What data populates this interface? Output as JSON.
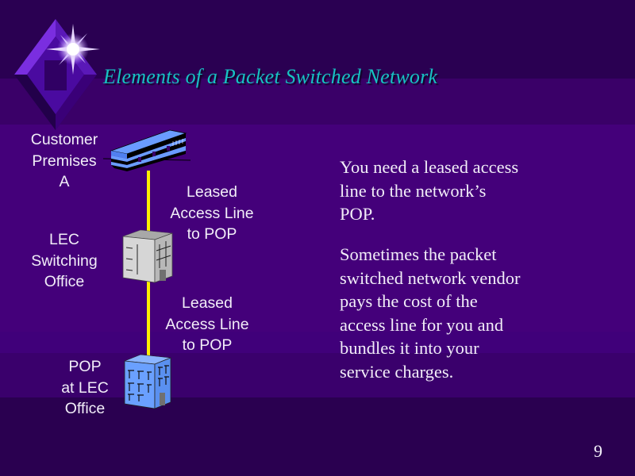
{
  "slide": {
    "title": "Elements of a Packet Switched Network",
    "page_number": "9",
    "colors": {
      "title": "#17c2c2",
      "text": "#f2eef8",
      "line": "#ffee00",
      "background": "#44007a"
    },
    "logo_icon": "diamond-star-icon"
  },
  "diagram": {
    "nodes": [
      {
        "label_lines": [
          "Customer",
          "Premises",
          "A"
        ],
        "icon": "office-building-icon"
      },
      {
        "label_lines": [
          "LEC",
          "Switching",
          "Office"
        ],
        "icon": "gray-building-icon"
      },
      {
        "label_lines": [
          "POP",
          "at LEC",
          "Office"
        ],
        "icon": "blue-building-icon"
      }
    ],
    "links": [
      {
        "label_lines": [
          "Leased",
          "Access Line",
          "to POP"
        ]
      },
      {
        "label_lines": [
          "Leased",
          "Access Line",
          "to POP"
        ]
      }
    ]
  },
  "body": {
    "paragraphs": [
      [
        "You need a leased access",
        "line to the network’s",
        "POP."
      ],
      [
        "Sometimes the packet",
        "switched network vendor",
        "pays the cost of the",
        "access line for you and",
        "bundles it into your",
        "service charges."
      ]
    ]
  }
}
